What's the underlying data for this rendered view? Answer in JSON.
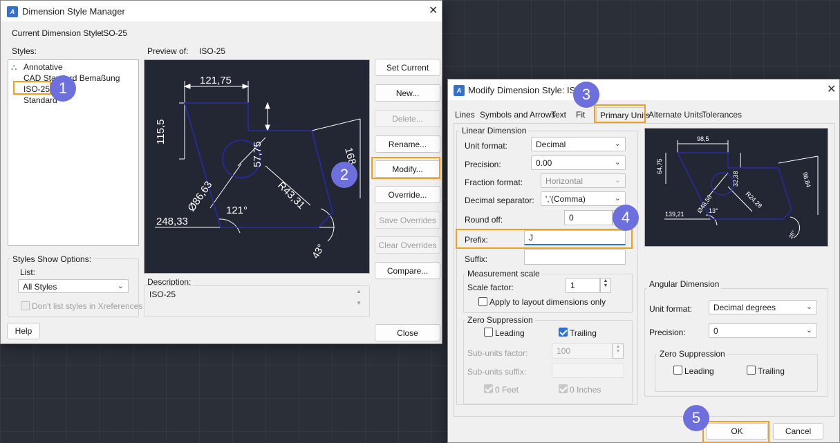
{
  "dsm": {
    "title": "Dimension Style Manager",
    "current_label": "Current Dimension Style:",
    "current_value": "ISO-25",
    "styles_label": "Styles:",
    "styles": [
      "Annotative",
      "CAD Standard Bemaßung",
      "ISO-25",
      "Standard"
    ],
    "preview_label": "Preview of:",
    "preview_value": "ISO-25",
    "buttons": {
      "set_current": "Set Current",
      "new": "New...",
      "delete": "Delete...",
      "rename": "Rename...",
      "modify": "Modify...",
      "override": "Override...",
      "save_overrides": "Save Overrides",
      "clear_overrides": "Clear Overrides",
      "compare": "Compare...",
      "help": "Help",
      "close": "Close"
    },
    "show_options_label": "Styles Show Options:",
    "list_label": "List:",
    "list_value": "All Styles",
    "xref_label": "Don't list styles in Xreferences",
    "description_label": "Description:",
    "description_value": "ISO-25",
    "preview_dims": {
      "top": "121,75",
      "left": "115,5",
      "center": "57,75",
      "right": "168",
      "diameter": "Ø86,63",
      "radius": "R43,31",
      "angle": "121°",
      "base": "248,33",
      "angle2": "43°"
    }
  },
  "mds": {
    "title": "Modify Dimension Style: ISO-",
    "tabs": [
      "Lines",
      "Symbols and Arrows",
      "Text",
      "Fit",
      "Primary Units",
      "Alternate Units",
      "Tolerances"
    ],
    "active_tab": "Primary Units",
    "linear_label": "Linear Dimension",
    "unit_format_label": "Unit format:",
    "unit_format_value": "Decimal",
    "precision_label": "Precision:",
    "precision_value": "0.00",
    "fraction_label": "Fraction format:",
    "fraction_value": "Horizontal",
    "decimal_sep_label": "Decimal separator:",
    "decimal_sep_value": "','(Comma)",
    "round_off_label": "Round off:",
    "round_off_value": "0",
    "prefix_label": "Prefix:",
    "prefix_value": "J",
    "suffix_label": "Suffix:",
    "suffix_value": "",
    "meas_scale_label": "Measurement scale",
    "scale_factor_label": "Scale factor:",
    "scale_factor_value": "1",
    "apply_layout_label": "Apply to layout dimensions only",
    "zero_supp_label": "Zero Suppression",
    "leading_label": "Leading",
    "trailing_label": "Trailing",
    "sub_units_factor_label": "Sub-units factor:",
    "sub_units_factor_value": "100",
    "sub_units_suffix_label": "Sub-units suffix:",
    "feet_label": "0 Feet",
    "inches_label": "0 Inches",
    "angular_label": "Angular Dimension",
    "ang_unit_format_label": "Unit format:",
    "ang_unit_format_value": "Decimal degrees",
    "ang_precision_label": "Precision:",
    "ang_precision_value": "0",
    "ang_zero_supp_label": "Zero Suppression",
    "ang_leading_label": "Leading",
    "ang_trailing_label": "Trailing",
    "ok": "OK",
    "cancel": "Cancel",
    "preview_dims": {
      "top": "98,5",
      "left": "64,75",
      "center": "32,38",
      "right": "98,84",
      "diameter": "Ø48,56",
      "radius": "R24,28",
      "angle": "13°",
      "base": "139,21",
      "angle2": "28°"
    }
  },
  "badges": [
    "1",
    "2",
    "3",
    "4",
    "5"
  ],
  "colors": {
    "highlight": "#f0a020",
    "badge": "#6c6fdc",
    "preview_bg": "#222733",
    "shape": "#2a2aa8"
  }
}
